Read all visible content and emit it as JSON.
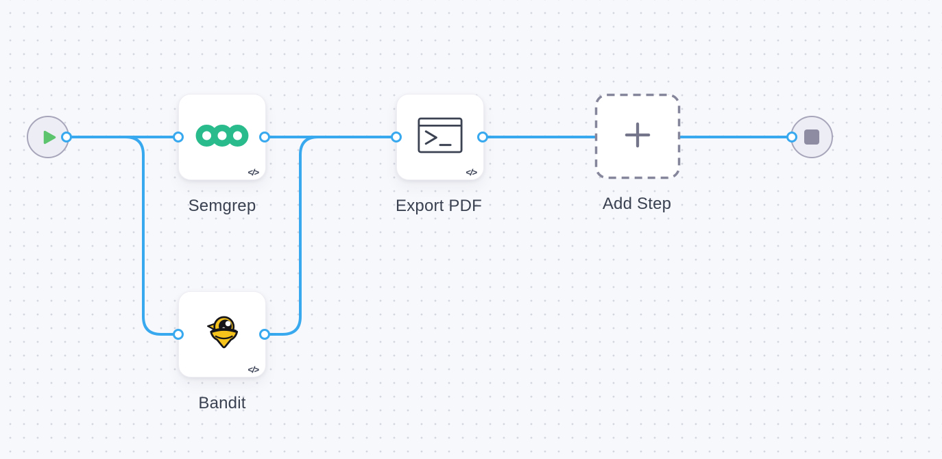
{
  "app": {
    "view": "workflow-canvas"
  },
  "canvas": {
    "background_color": "#f7f8fc",
    "grid_dot_color": "#d5d7e0",
    "edge_color": "#38a9ee"
  },
  "colors": {
    "semgrep_green": "#2abb8d",
    "bandit_yellow": "#f6c31c",
    "play_green": "#5dc46e",
    "stop_gray": "#8e8ca2",
    "label_text": "#3a4150",
    "dashed_border": "#85859b"
  },
  "icons": {
    "start": "play-icon",
    "end": "stop-icon",
    "semgrep": "semgrep-rings-icon",
    "bandit": "bandit-mascot-icon",
    "export_pdf": "terminal-icon",
    "add_step": "plus-icon",
    "code_badge_glyph": "</>"
  },
  "workflow": {
    "nodes": {
      "semgrep": {
        "label": "Semgrep",
        "badge": "</>"
      },
      "bandit": {
        "label": "Bandit",
        "badge": "</>"
      },
      "export_pdf": {
        "label": "Export PDF",
        "badge": "</>"
      },
      "add_step": {
        "label": "Add Step"
      }
    },
    "edges": [
      {
        "from": "start",
        "to": "semgrep"
      },
      {
        "from": "start",
        "to": "bandit"
      },
      {
        "from": "semgrep",
        "to": "export_pdf"
      },
      {
        "from": "bandit",
        "to": "export_pdf"
      },
      {
        "from": "export_pdf",
        "to": "end"
      }
    ]
  }
}
